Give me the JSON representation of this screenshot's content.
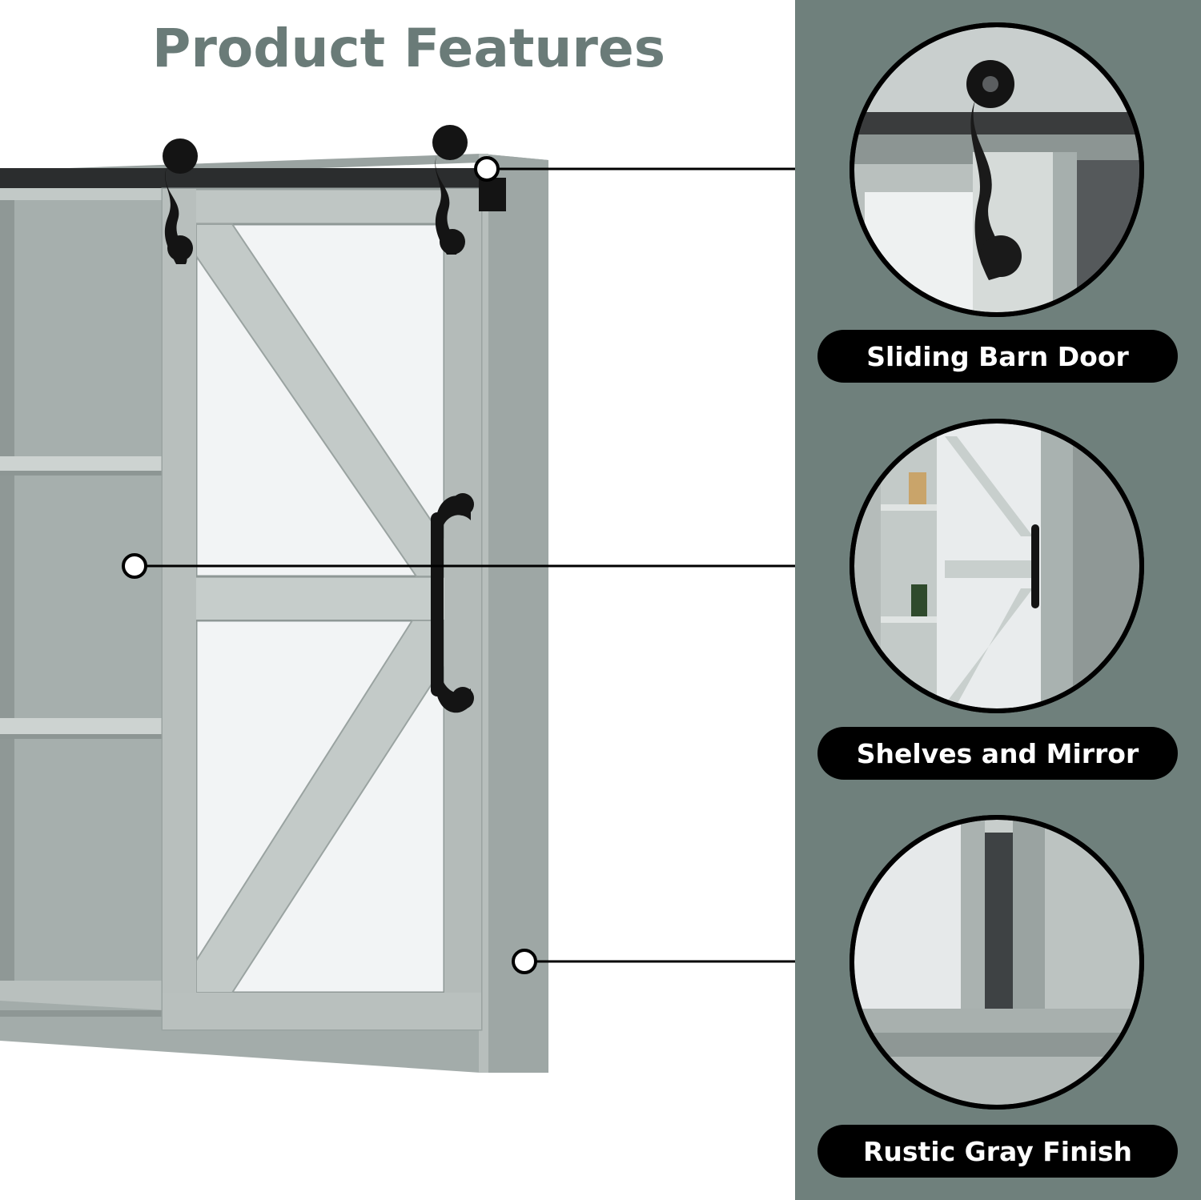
{
  "heading": "Product Features",
  "colors": {
    "heading": "#6a7b78",
    "panel": "#6f807c",
    "cabinet": "#aeb6b4",
    "cabinet_light": "#c9d0ce",
    "cabinet_dark": "#8d9694",
    "mirror": "#f3f5f6",
    "hardware": "#141414",
    "pill": "#000000"
  },
  "features": [
    {
      "label": "Sliding Barn Door",
      "icon": "barn-door-roller-icon"
    },
    {
      "label": "Shelves and Mirror",
      "icon": "shelves-mirror-icon"
    },
    {
      "label": "Rustic Gray Finish",
      "icon": "wood-finish-icon"
    }
  ]
}
